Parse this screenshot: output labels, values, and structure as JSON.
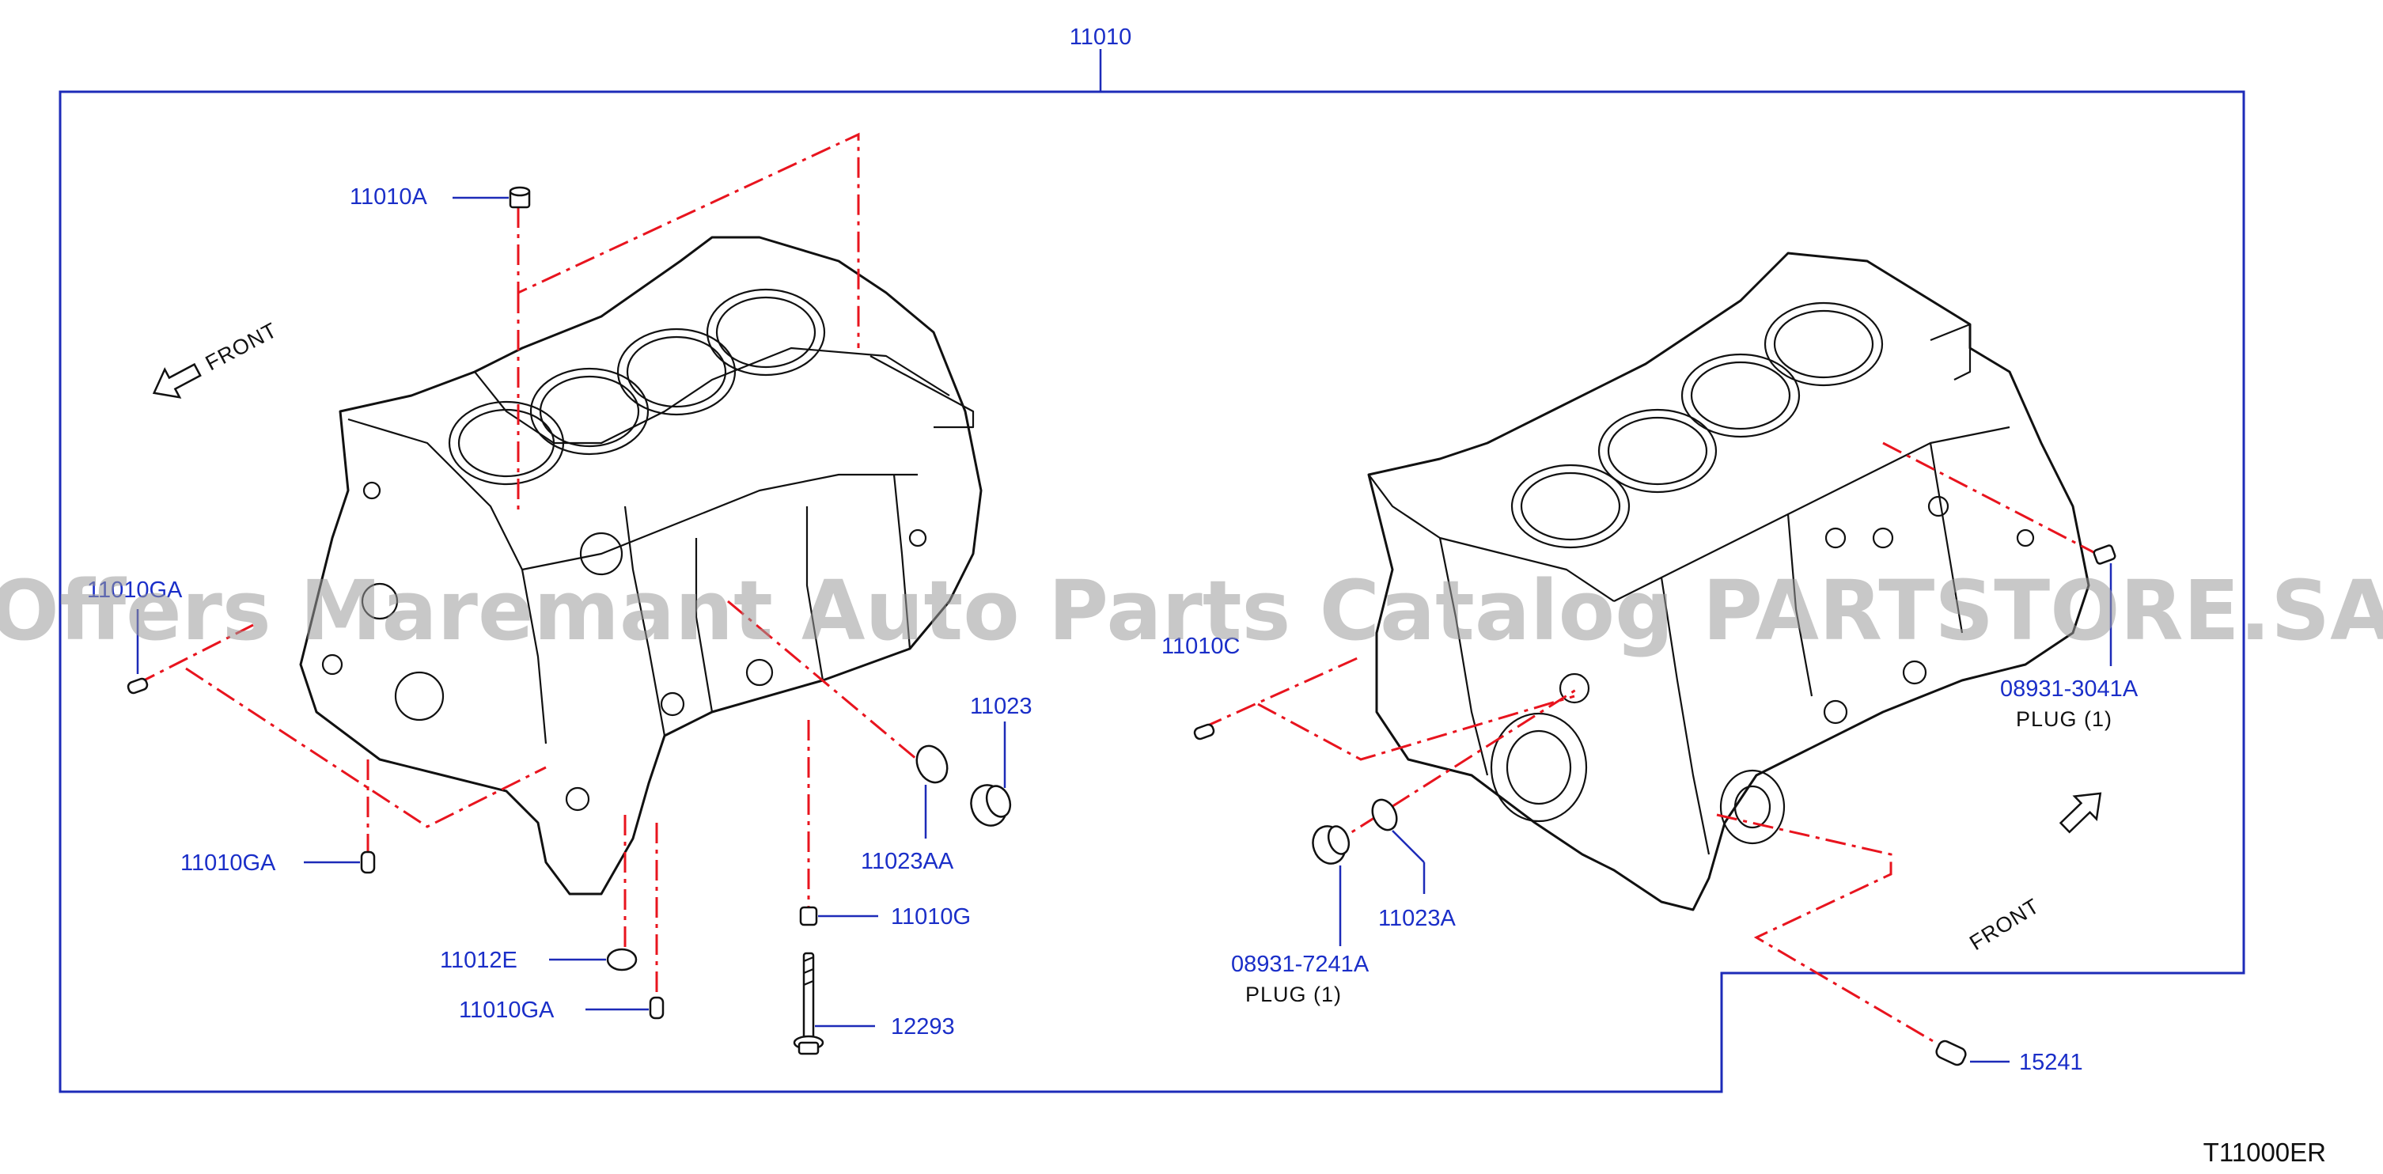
{
  "diagram": {
    "assembly_label": "11010",
    "reference_code": "T11000ER",
    "watermark": "Offers Maremant Auto Parts Catalog PARTSTORE.SA",
    "front_labels": {
      "left": "FRONT",
      "right": "FRONT"
    },
    "callouts": {
      "c_11010A": "11010A",
      "c_11010GA_left": "11010GA",
      "c_11010GA_mid": "11010GA",
      "c_11010GA_bottom": "11010GA",
      "c_11012E": "11012E",
      "c_11023": "11023",
      "c_11023AA": "11023AA",
      "c_11010G": "11010G",
      "c_12293": "12293",
      "c_11010C": "11010C",
      "c_08931_3041A": "08931-3041A",
      "c_08931_7241A": "08931-7241A",
      "c_11023A": "11023A",
      "c_15241": "15241"
    },
    "plug_notes": {
      "right": "PLUG  (1)",
      "left": "PLUG  (1)"
    },
    "colors": {
      "callout": "#1a2ec8",
      "frame": "#1d2bb8",
      "dashed_line": "#e8141e",
      "drawing": "#111111"
    }
  }
}
